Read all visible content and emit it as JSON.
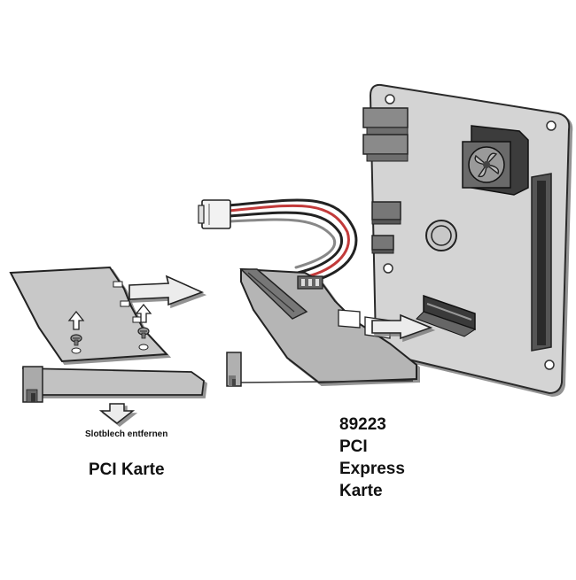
{
  "labels": {
    "slot_bracket_remove": "Slotblech entfernen",
    "pci_card": "PCI Karte",
    "pcie_card_lines": [
      "89223",
      "PCI",
      "Express",
      "Karte"
    ]
  },
  "colors": {
    "outline": "#2a2a2a",
    "board_fill": "#d2d2d2",
    "part_fill": "#b9b9b9",
    "dark_part": "#555555",
    "arrow_fill": "#ececec",
    "cable_red": "#c23a3a"
  }
}
